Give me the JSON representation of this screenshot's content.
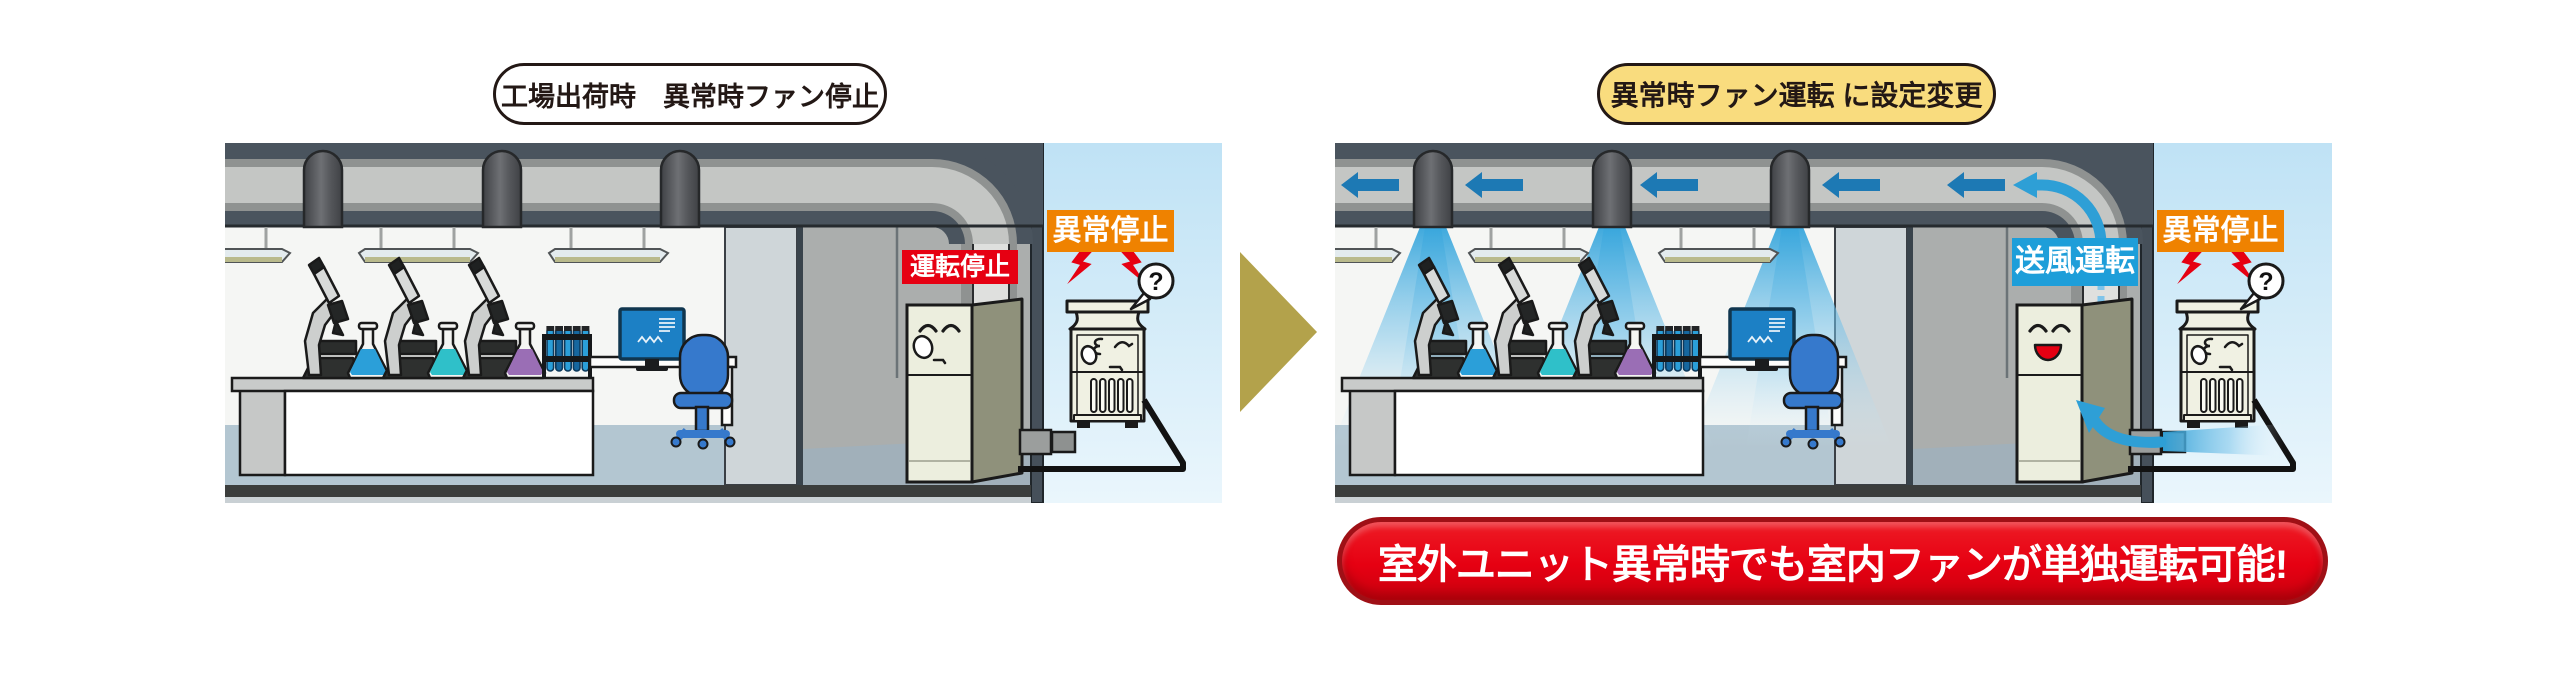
{
  "left_scene": {
    "title": "工場出荷時　異常時ファン停止",
    "indoor_unit_label": "運転停止",
    "outdoor_unit_label": "異常停止",
    "outdoor_unit_question": "?"
  },
  "right_scene": {
    "title": "異常時ファン運転 に設定変更",
    "indoor_unit_label": "送風運転",
    "outdoor_unit_label": "異常停止",
    "outdoor_unit_question": "?"
  },
  "banner": {
    "text": "室外ユニット異常時でも室内ファンが単独運転可能!"
  },
  "colors": {
    "accent_red": "#E60012",
    "accent_orange": "#EF8200",
    "accent_blue": "#1E9ED9",
    "capsule_yellow": "#F9DC7E",
    "banner_red": "#E60012",
    "banner_border": "#9F1016",
    "gold_arrow": "#B3A24B",
    "outline": "#1A1A1A",
    "ceiling_dark": "#4A545E",
    "ceiling_gray": "#8F9291",
    "duct_light": "#C4C6C4",
    "wall_white": "#F5F6F4",
    "wall_gray": "#ABAEAD",
    "wall_panel": "#CFD6D9",
    "floor_blue": "#B3C6D1",
    "machine_floor": "#A1B0BA",
    "baseboard": "#3B3D3C",
    "sky_top": "#BFE2F5",
    "sky_bottom": "#EAF6FC",
    "unit_front": "#ECEEDE",
    "unit_side": "#8F917B",
    "outdoor_unit_body": "#F0F1E3",
    "chair_blue": "#3679CC",
    "monitor_screen": "#1C80C5",
    "airflow_blue": "#2E9FD6",
    "duct_arrow_blue": "#1D79B4",
    "flask_blue": "#2B9FD9",
    "flask_teal": "#2FC0C9",
    "flask_purple": "#9A6EB5"
  }
}
